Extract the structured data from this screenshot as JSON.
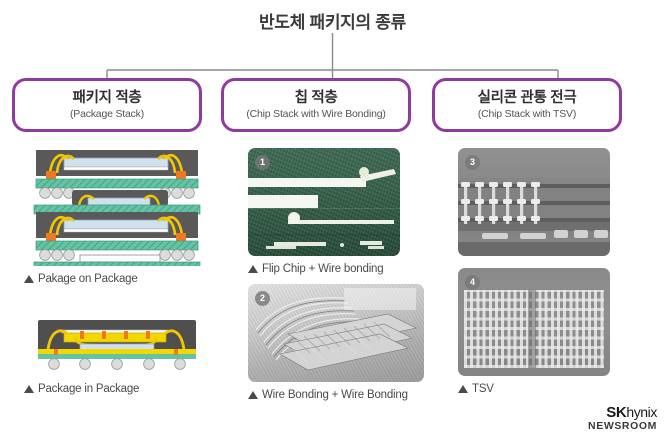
{
  "title": "반도체 패키지의 종류",
  "categories": [
    {
      "ko": "패키지 적층",
      "en": "(Package Stack)"
    },
    {
      "ko": "칩 적층",
      "en": "(Chip Stack with Wire Bonding)"
    },
    {
      "ko": "실리콘 관통 전극",
      "en": "(Chip Stack with TSV)"
    }
  ],
  "figures": [
    {
      "caption": "Pakage on Package",
      "badge": "",
      "kind": "schematic-pop"
    },
    {
      "caption": "Package in Package",
      "badge": "",
      "kind": "schematic-pip"
    },
    {
      "caption": "Flip Chip + Wire bonding",
      "badge": "1",
      "kind": "sem-green"
    },
    {
      "caption": "Wire Bonding + Wire Bonding",
      "badge": "2",
      "kind": "sem-gray"
    },
    {
      "caption": "",
      "badge": "3",
      "kind": "sem-tsv"
    },
    {
      "caption": "TSV",
      "badge": "4",
      "kind": "sem-tsv2"
    }
  ],
  "logo": {
    "sk": "SK",
    "hynix": "hynix",
    "newsroom": "NEWSROOM"
  },
  "colors": {
    "box_border": "#8f3a9e",
    "connector": "#8a8a8a",
    "title_text": "#3b3b3b",
    "caption_text": "#4a4a4a",
    "mold": "#595959",
    "substrate": "#63c3a4",
    "wire": "#f2c700",
    "die": "#cfe0ee",
    "pad": "#f07820",
    "ball": "#d8d8d8"
  }
}
